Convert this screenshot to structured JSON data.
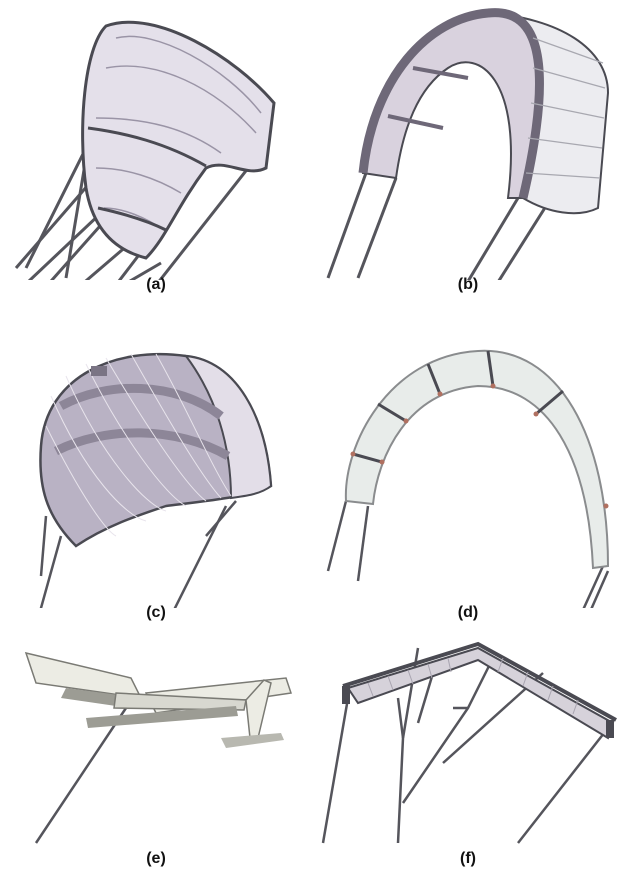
{
  "figure": {
    "panels": [
      {
        "id": "a",
        "label": "(a)"
      },
      {
        "id": "b",
        "label": "(b)"
      },
      {
        "id": "c",
        "label": "(c)"
      },
      {
        "id": "d",
        "label": "(d)"
      },
      {
        "id": "e",
        "label": "(e)"
      },
      {
        "id": "f",
        "label": "(f)"
      }
    ]
  },
  "colors": {
    "canopy_fill": "#e4e0ea",
    "canopy_dark": "#bdb6c6",
    "outline": "#4a4a52",
    "line": "#55555c",
    "strut": "#6e6e78",
    "airplane": "#ecece4",
    "airplane_shade": "#9c9c94"
  }
}
